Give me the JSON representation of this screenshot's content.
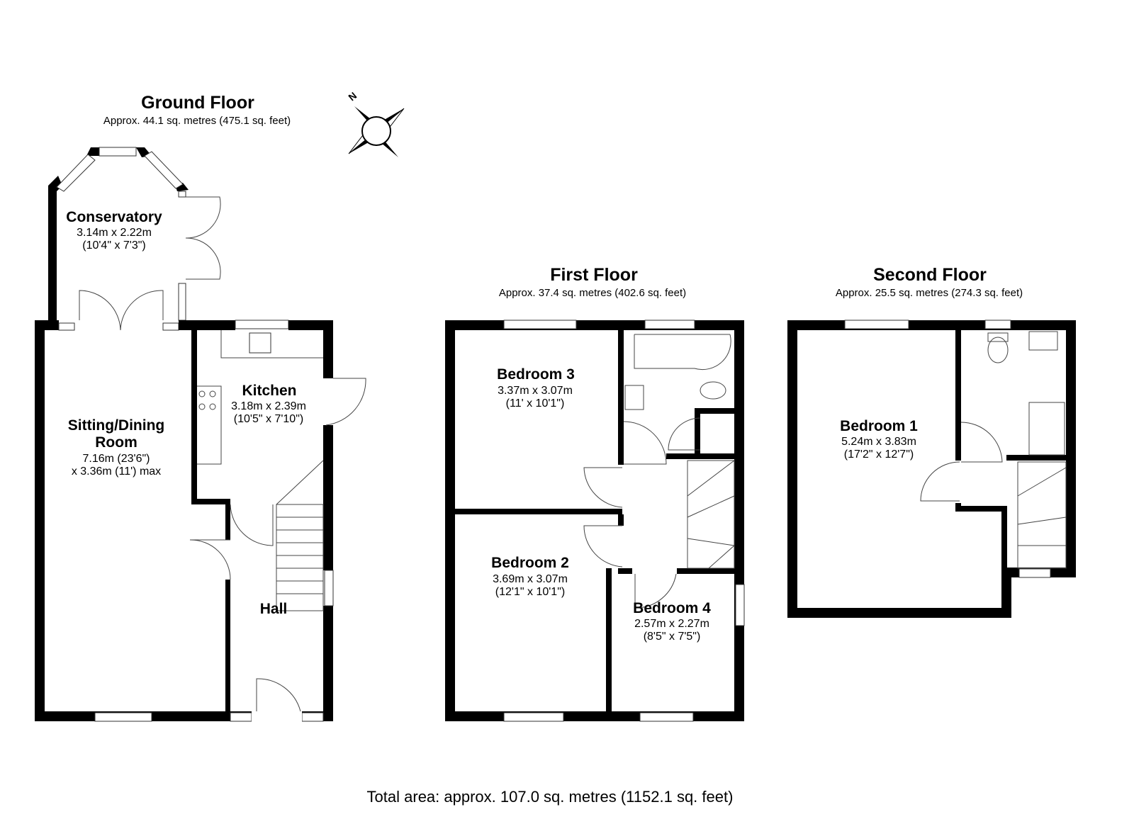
{
  "ground_floor": {
    "title": "Ground Floor",
    "area": "Approx. 44.1 sq. metres (475.1 sq. feet)",
    "rooms": [
      {
        "name": "Conservatory",
        "dim_m": "3.14m x 2.22m",
        "dim_ft": "(10'4\" x 7'3\")"
      },
      {
        "name_line1": "Sitting/Dining",
        "name_line2": "Room",
        "dim_m": "7.16m (23'6\")",
        "dim_ft": "x 3.36m (11') max"
      },
      {
        "name": "Kitchen",
        "dim_m": "3.18m x 2.39m",
        "dim_ft": "(10'5\" x 7'10\")"
      },
      {
        "name": "Hall"
      }
    ]
  },
  "first_floor": {
    "title": "First Floor",
    "area": "Approx. 37.4 sq. metres (402.6 sq. feet)",
    "rooms": [
      {
        "name": "Bedroom 3",
        "dim_m": "3.37m x 3.07m",
        "dim_ft": "(11' x 10'1\")"
      },
      {
        "name": "Bedroom 2",
        "dim_m": "3.69m x 3.07m",
        "dim_ft": "(12'1\" x 10'1\")"
      },
      {
        "name": "Bedroom 4",
        "dim_m": "2.57m x 2.27m",
        "dim_ft": "(8'5\" x 7'5\")"
      }
    ]
  },
  "second_floor": {
    "title": "Second Floor",
    "area": "Approx. 25.5 sq. metres (274.3 sq. feet)",
    "rooms": [
      {
        "name": "Bedroom 1",
        "dim_m": "5.24m x 3.83m",
        "dim_ft": "(17'2\" x 12'7\")"
      }
    ]
  },
  "compass": {
    "label": "N"
  },
  "total_area": "Total area: approx. 107.0 sq. metres (1152.1 sq. feet)"
}
